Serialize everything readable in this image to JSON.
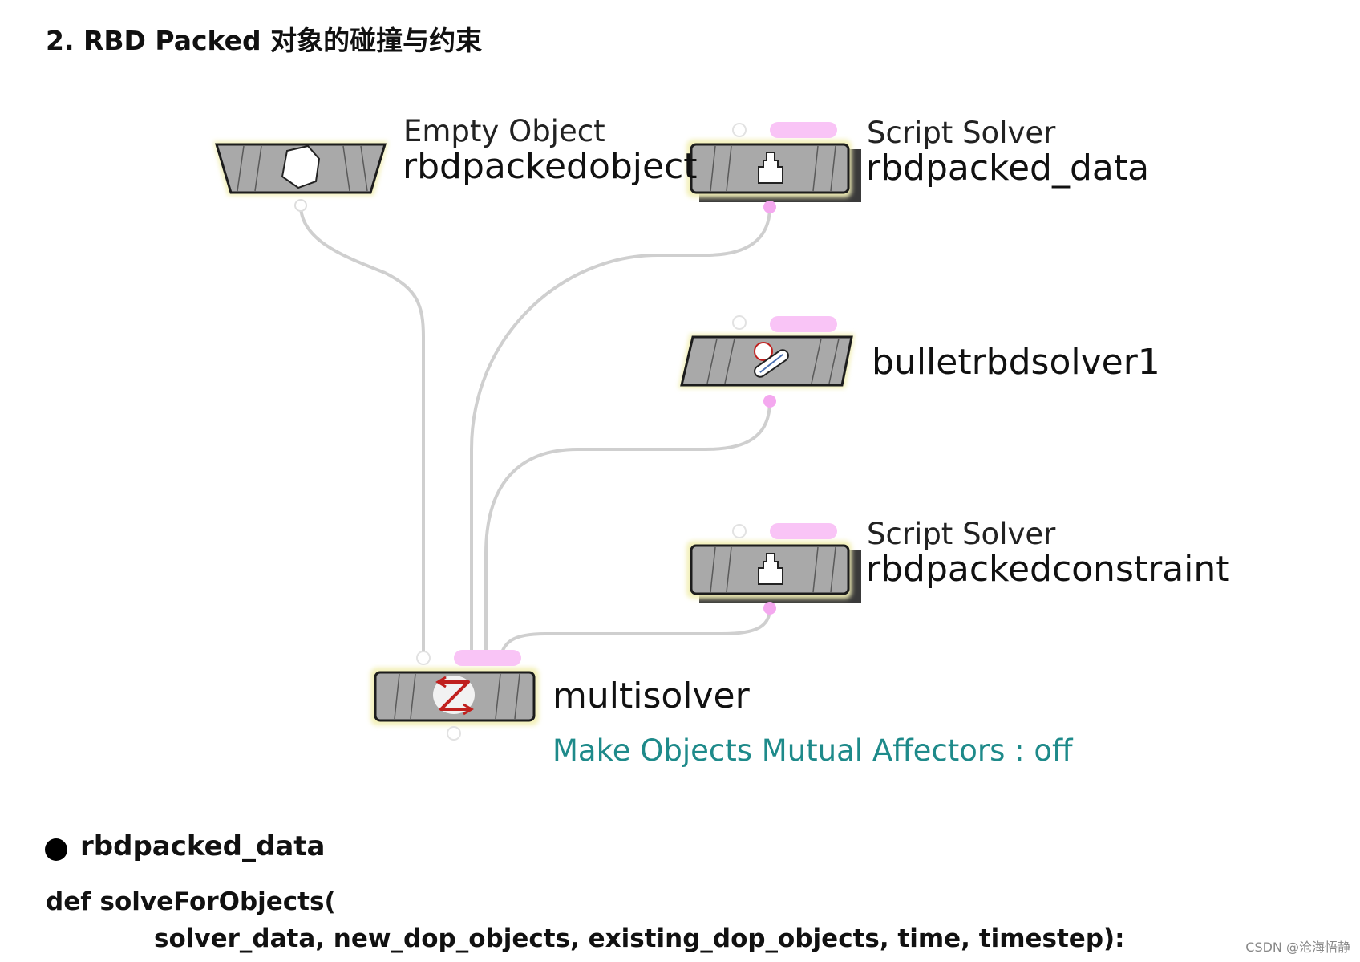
{
  "heading": "2. RBD Packed 对象的碰撞与约束",
  "nodes": {
    "empty_object": {
      "type": "Empty Object",
      "name": "rbdpackedobject"
    },
    "packed_data": {
      "type": "Script Solver",
      "name": "rbdpacked_data"
    },
    "bullet": {
      "name": "bulletrbdsolver1"
    },
    "packed_constraint": {
      "type": "Script Solver",
      "name": "rbdpackedconstraint"
    },
    "multisolver": {
      "name": "multisolver",
      "note": "Make Objects Mutual Affectors : off"
    }
  },
  "section": {
    "bullet_label": "rbdpacked_data"
  },
  "code": {
    "line1": "def solveForObjects(",
    "line2": "solver_data, new_dop_objects, existing_dop_objects, time, timestep):"
  },
  "watermark": "CSDN @沧海悟静",
  "colors": {
    "node_fill": "#a9a9a9",
    "node_glow": "#f3f0b8",
    "flag_pink": "#f9c4f6",
    "wire": "#cfcfcf",
    "note_teal": "#1e8a8a",
    "icon_red": "#c0201e"
  }
}
